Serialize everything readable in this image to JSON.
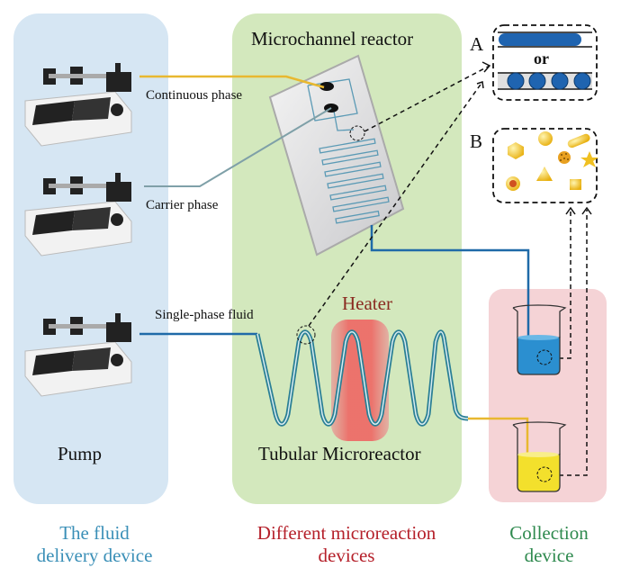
{
  "panels": {
    "pump": {
      "title": "Pump",
      "caption_line1": "The fluid",
      "caption_line2": "delivery device",
      "caption_color": "#3a8fb7"
    },
    "reactors": {
      "top_title": "Microchannel reactor",
      "bottom_title": "Tubular Microreactor",
      "heater_label": "Heater",
      "caption_line1": "Different microreaction",
      "caption_line2": "devices",
      "caption_color": "#b5202a"
    },
    "collection": {
      "caption_line1": "Collection",
      "caption_line2": "device",
      "caption_color": "#2f8a4f"
    }
  },
  "flow_labels": {
    "continuous": "Continuous phase",
    "carrier": "Carrier phase",
    "single": "Single-phase  fluid"
  },
  "insets": {
    "a": {
      "label": "A",
      "separator": "or",
      "modes": [
        "slug-flow",
        "droplet-flow"
      ]
    },
    "b": {
      "label": "B",
      "particles": [
        "hexagon",
        "sphere",
        "rod",
        "porous-sphere",
        "star",
        "core-shell",
        "triangle",
        "cube"
      ]
    }
  },
  "colors": {
    "yellow_line": "#e8b830",
    "blue_line": "#1f6aa8",
    "gray_line": "#7fa0a8",
    "tube": "#2a7f95",
    "heater": "#ee6b6b",
    "droplet": "#1f64b0",
    "blue_liquid": "#2b8fd0",
    "yellow_liquid": "#f3e02c",
    "particle": "#f0c020"
  }
}
